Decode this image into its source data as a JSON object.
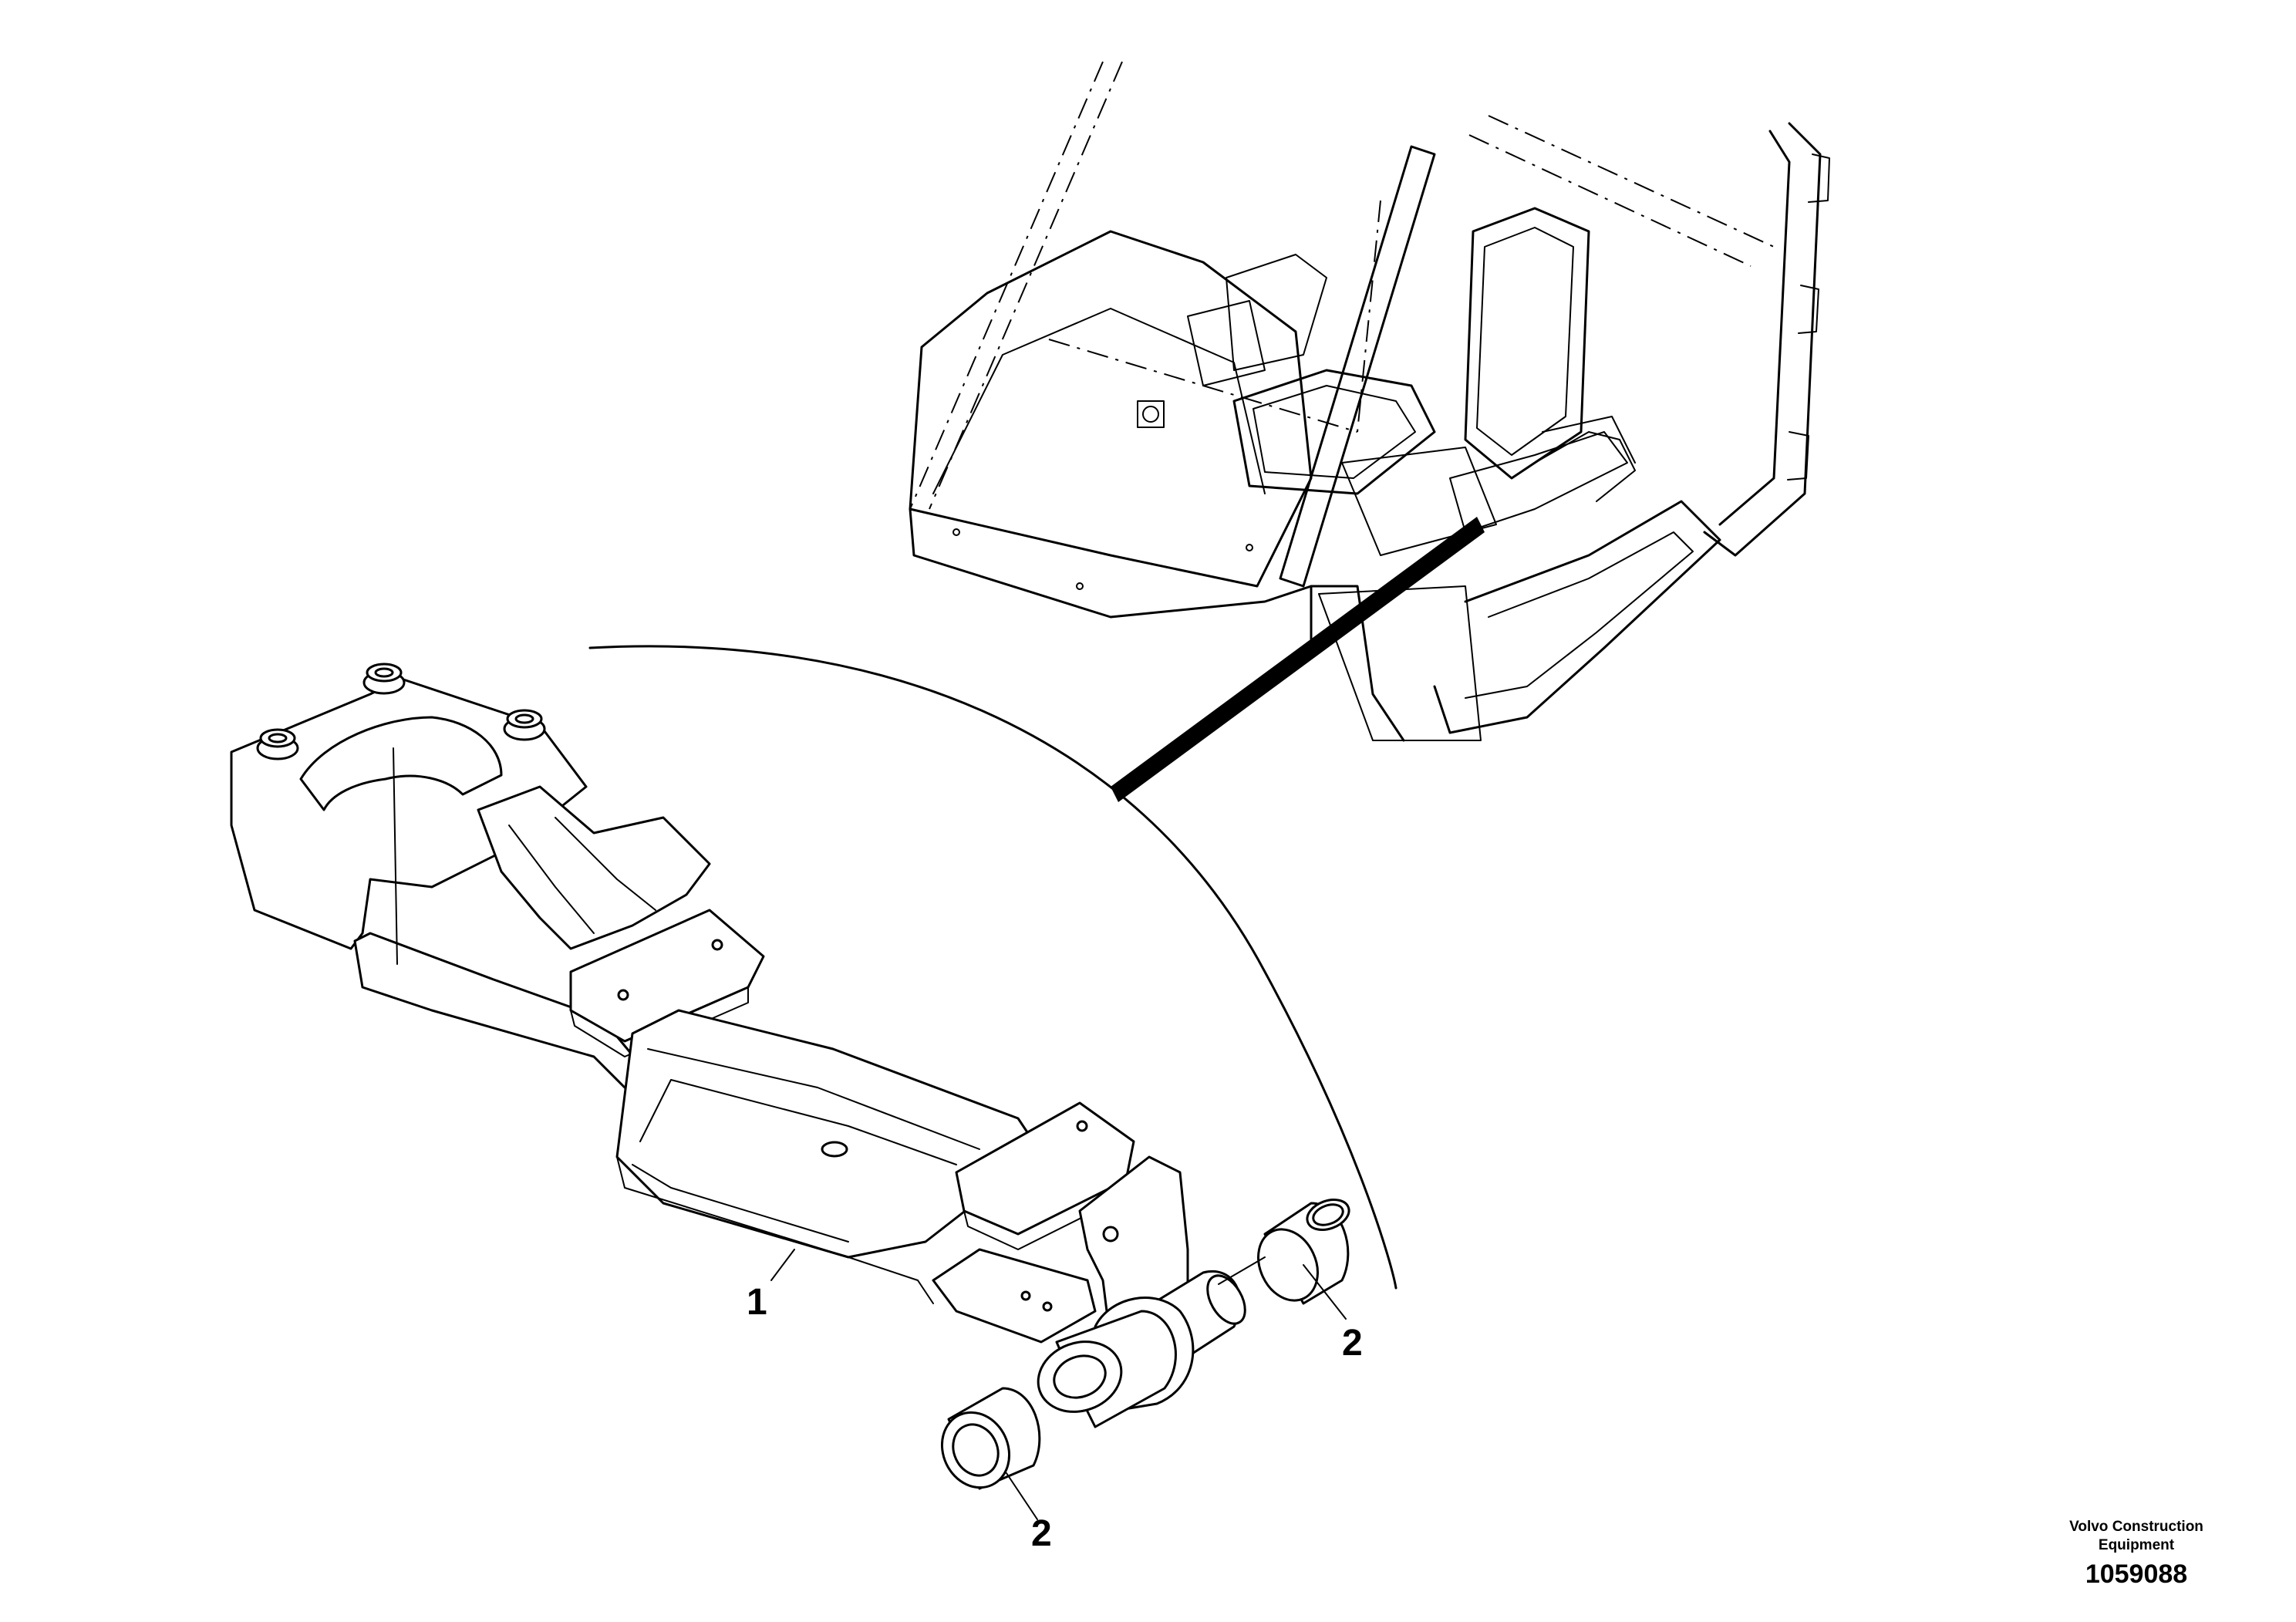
{
  "callouts": [
    {
      "id": "1",
      "label": "1"
    },
    {
      "id": "2a",
      "label": "2"
    },
    {
      "id": "2b",
      "label": "2"
    }
  ],
  "footer": {
    "brand_line1": "Volvo Construction",
    "brand_line2": "Equipment",
    "drawing_number": "1059088"
  }
}
